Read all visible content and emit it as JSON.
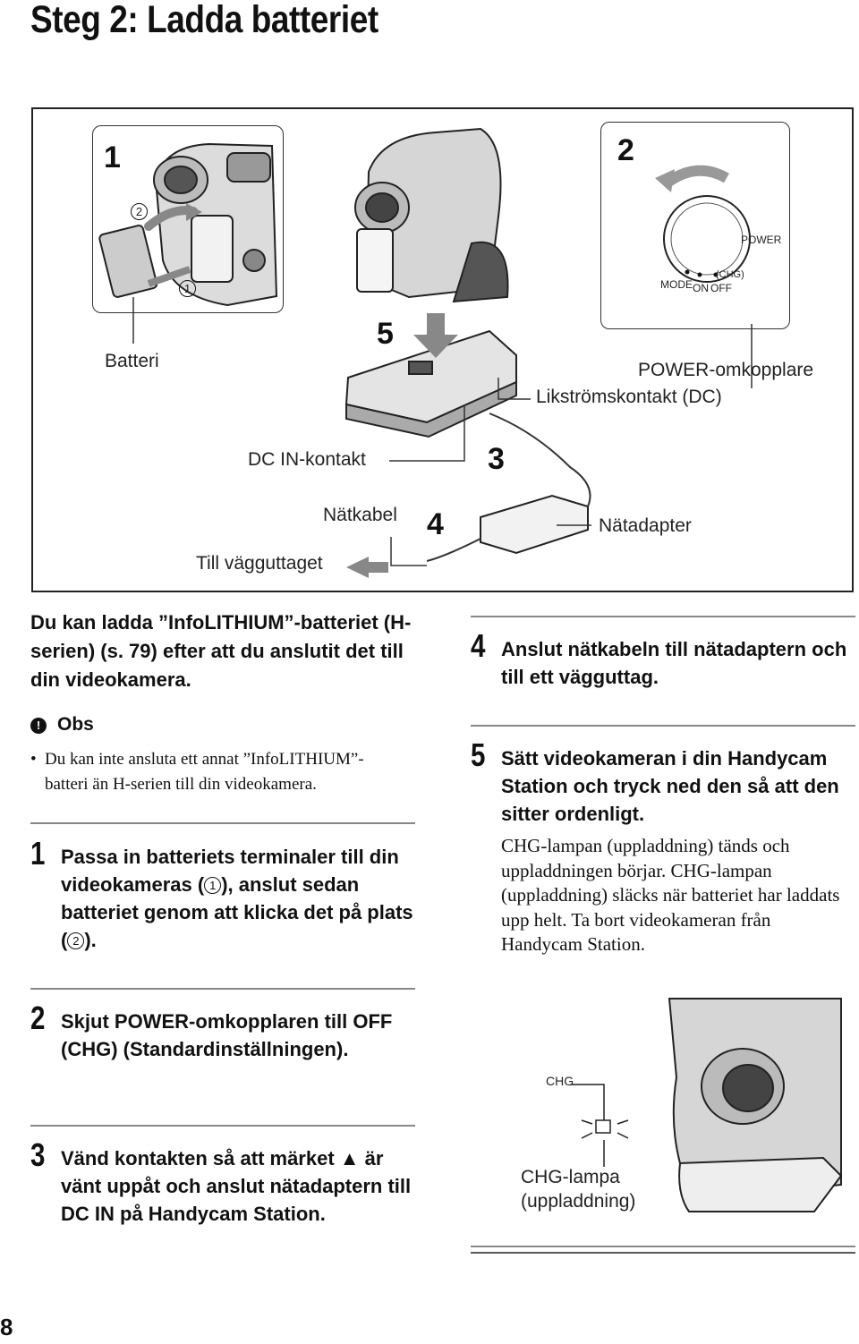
{
  "page_title": "Steg 2: Ladda batteriet",
  "figure": {
    "panel1_num": "1",
    "panel2_num": "2",
    "step5_num": "5",
    "step3_num": "3",
    "step4_num": "4",
    "circle1": "1",
    "circle2": "2",
    "batteri": "Batteri",
    "power_omkopplare": "POWER-omkopplare",
    "likstromskontakt": "Likströmskontakt (DC)",
    "dc_in_kontakt": "DC IN-kontakt",
    "natkabel": "Nätkabel",
    "natadapter": "Nätadapter",
    "till_vagguttaget": "Till vägguttaget",
    "power_label": "POWER",
    "mode_label": "MODE",
    "on_label": "ON",
    "off_label": "OFF",
    "chg_small": "(CHG)"
  },
  "intro": "Du kan ladda ”InfoLITHIUM”-batteriet (H-serien) (s. 79) efter att du anslutit det till din videokamera.",
  "note": {
    "heading": "Obs",
    "bullet_line1": "Du kan inte ansluta ett annat ”InfoLITHIUM”-",
    "bullet_line2": "batteri än H-serien till din videokamera."
  },
  "steps": {
    "s1_num": "1",
    "s1_a": "Passa in batteriets terminaler till din videokameras (",
    "s1_b": "), anslut sedan batteriet genom att klicka det på plats (",
    "s1_c": ").",
    "s2_num": "2",
    "s2": "Skjut POWER-omkopplaren till OFF (CHG) (Standardinställningen).",
    "s3_num": "3",
    "s3": "Vänd kontakten så att märket ▲ är vänt uppåt och anslut nätadaptern till DC IN på Handycam Station.",
    "s4_num": "4",
    "s4": "Anslut nätkabeln till nätadaptern och till ett vägguttag.",
    "s5_num": "5",
    "s5": "Sätt videokameran i din Handycam Station och tryck ned den så att den sitter ordenligt.",
    "s5_body": "CHG-lampan (uppladdning) tänds och uppladdningen börjar. CHG-lampan (uppladdning) släcks när batteriet har laddats upp helt. Ta bort videokameran från Handycam Station."
  },
  "bottom_figure": {
    "chg": "CHG",
    "chg_lampa": "CHG-lampa (uppladdning)"
  },
  "page_number": "8"
}
